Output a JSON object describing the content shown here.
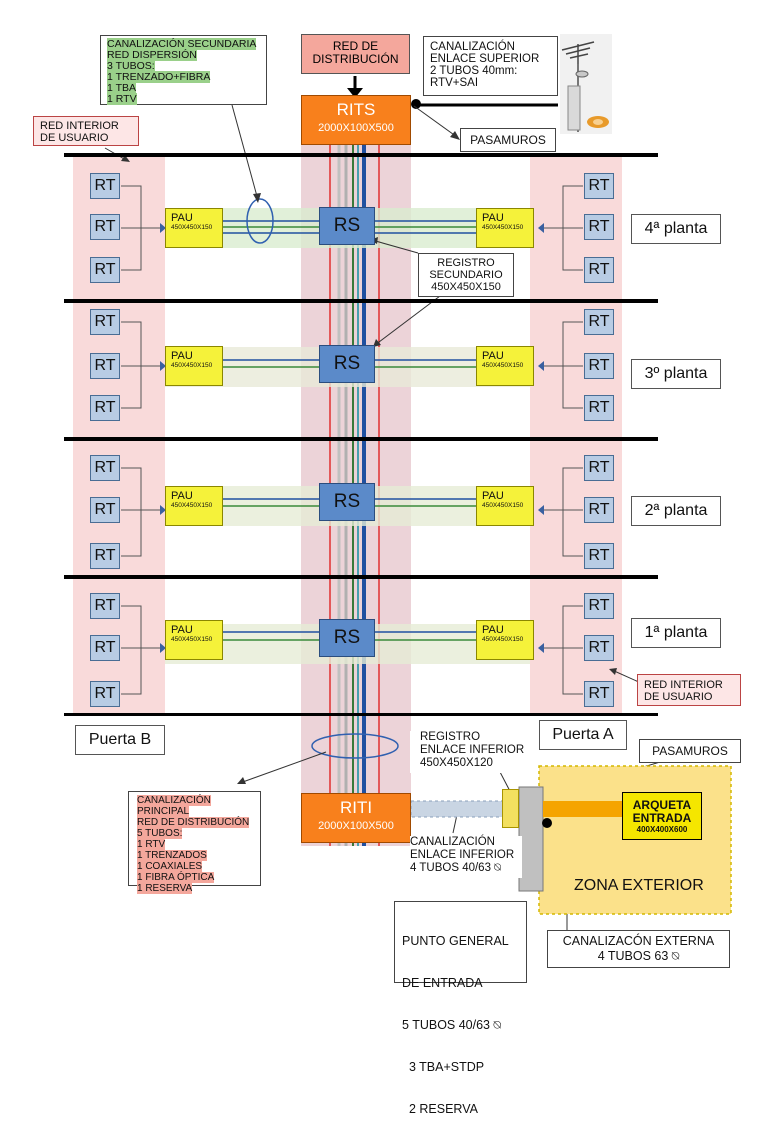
{
  "boxes": {
    "red_distribucion": "RED DE\nDISTRIBUCIÓN",
    "rits_title": "RITS",
    "rits_size": "2000X100X500",
    "riti_title": "RITI",
    "riti_size": "2000X100X500",
    "canal_superior": [
      "CANALIZACIÓN",
      "ENLACE SUPERIOR",
      "2 TUBOS 40mm:",
      "RTV+SAI"
    ],
    "pasamuros_top": "PASAMUROS",
    "pasamuros_bottom": "PASAMUROS",
    "red_interior_left": [
      "RED INTERIOR",
      "DE USUARIO"
    ],
    "red_interior_right": [
      "RED INTERIOR",
      "DE USUARIO"
    ],
    "canal_secundaria": [
      "CANALIZACIÓN SECUNDARIA",
      "RED DISPERSIÓN",
      "3 TUBOS:",
      "1 TRENZADO+FIBRA",
      "1 TBA",
      "1 RTV"
    ],
    "registro_secundario": [
      "REGISTRO",
      "SECUNDARIO",
      "450X450X150"
    ],
    "puerta_b": "Puerta B",
    "puerta_a": "Puerta A",
    "registro_inferior": [
      "REGISTRO",
      "ENLACE INFERIOR",
      "450X450X120"
    ],
    "canal_principal": [
      "CANALIZACIÓN PRINCIPAL",
      "RED DE DISTRIBUCIÓN",
      "5 TUBOS:",
      "1 RTV",
      "1 TRENZADOS",
      "1 COAXIALES",
      "1 FIBRA ÓPTICA",
      "1 RESERVA"
    ],
    "canal_inferior": [
      "CANALIZACIÓN",
      "ENLACE INFERIOR",
      "4 TUBOS 40/63 ⍉"
    ],
    "punto_general": [
      "PUNTO GENERAL",
      "DE ENTRADA",
      "5 TUBOS 40/63 ⍉",
      "  3 TBA+STDP",
      "  2 RESERVA"
    ],
    "canal_externa": [
      "CANALIZACÓN EXTERNA",
      "4 TUBOS 63  ⍉"
    ],
    "arqueta_title": "ARQUETA ENTRADA",
    "arqueta_size": "400X400X600",
    "zona_exterior": "ZONA EXTERIOR"
  },
  "floors": [
    {
      "label": "4ª planta",
      "pau_label": "PAU",
      "pau_size": "450X450X150",
      "rs": "RS"
    },
    {
      "label": "3º planta",
      "pau_label": "PAU",
      "pau_size": "450X450X150",
      "rs": "RS"
    },
    {
      "label": "2ª planta",
      "pau_label": "PAU",
      "pau_size": "450X450X150",
      "rs": "RS"
    },
    {
      "label": "1ª planta",
      "pau_label": "PAU",
      "pau_size": "450X450X150",
      "rs": "RS"
    }
  ],
  "rt_label": "RT",
  "colors": {
    "orange": "#f8801c",
    "yellow": "#f5f23a",
    "blue_rs": "#5b8ac9",
    "rt_fill": "#b8cce4",
    "pink_band": "#f7d6d6",
    "exterior": "#fbe18a"
  },
  "icons": [
    "antenna-icon"
  ]
}
